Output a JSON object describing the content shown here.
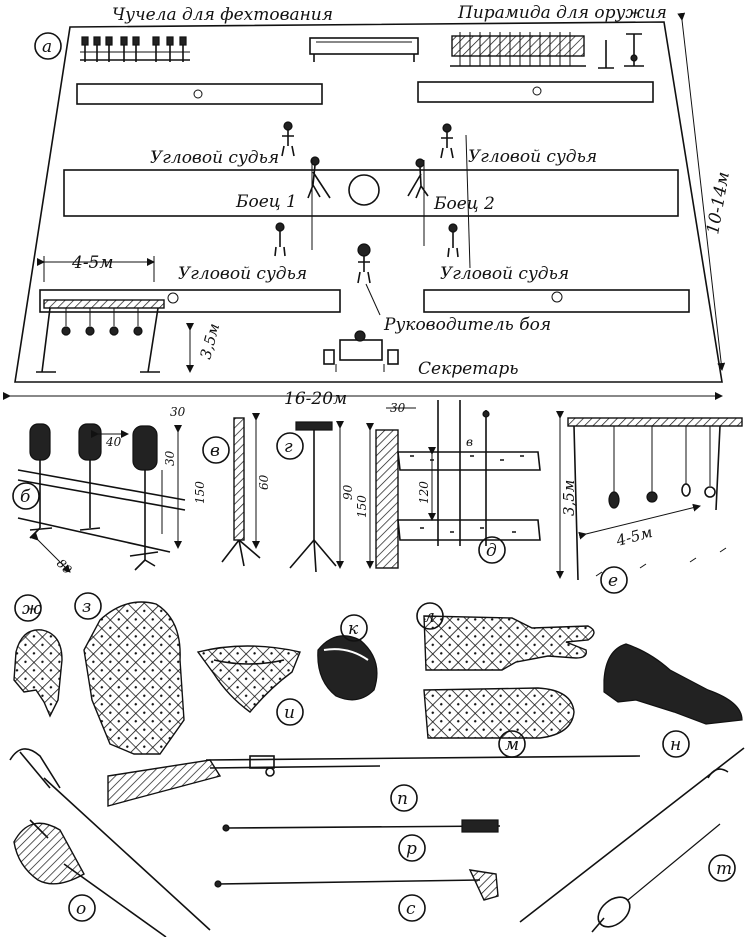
{
  "arena": {
    "panel_letter": "а",
    "title_dummies": "Чучела для фехтования",
    "title_rack": "Пирамида для оружия",
    "corner_judge_tl": "Угловой судья",
    "corner_judge_tr": "Угловой судья",
    "corner_judge_bl": "Угловой судья",
    "corner_judge_br": "Угловой судья",
    "fighter_1": "Боец 1",
    "fighter_2": "Боец 2",
    "bout_director": "Руководитель боя",
    "secretary": "Секретарь",
    "width_dim": "16-20м",
    "depth_dim": "10-14м",
    "frame_span_dim": "4-5м",
    "frame_height_dim": "3,5м"
  },
  "dummies": {
    "panel_letter": "б",
    "dim_spacing": "40",
    "dim_top": "30",
    "dim_head": "30",
    "dim_height": "150",
    "dim_base": "80"
  },
  "post_v": {
    "panel_letter": "в",
    "dim_height": "60"
  },
  "post_g": {
    "panel_letter": "г",
    "dim_height": "90"
  },
  "rack": {
    "panel_letter": "д",
    "label_v": "в",
    "dim_top": "30",
    "dim_inner": "120",
    "dim_height": "150"
  },
  "frame": {
    "panel_letter": "е",
    "dim_height": "3,5м",
    "dim_span": "4-5м"
  },
  "equipment": {
    "helmet": "ж",
    "quilted_jacket": "з",
    "collar": "и",
    "groin_guard": "к",
    "glove": "л",
    "mitten": "м",
    "shoe": "н",
    "sabre": "о",
    "rifle": "п",
    "bayonet_rod_p": "р",
    "bayonet_rod_s": "с",
    "foil": "т"
  }
}
